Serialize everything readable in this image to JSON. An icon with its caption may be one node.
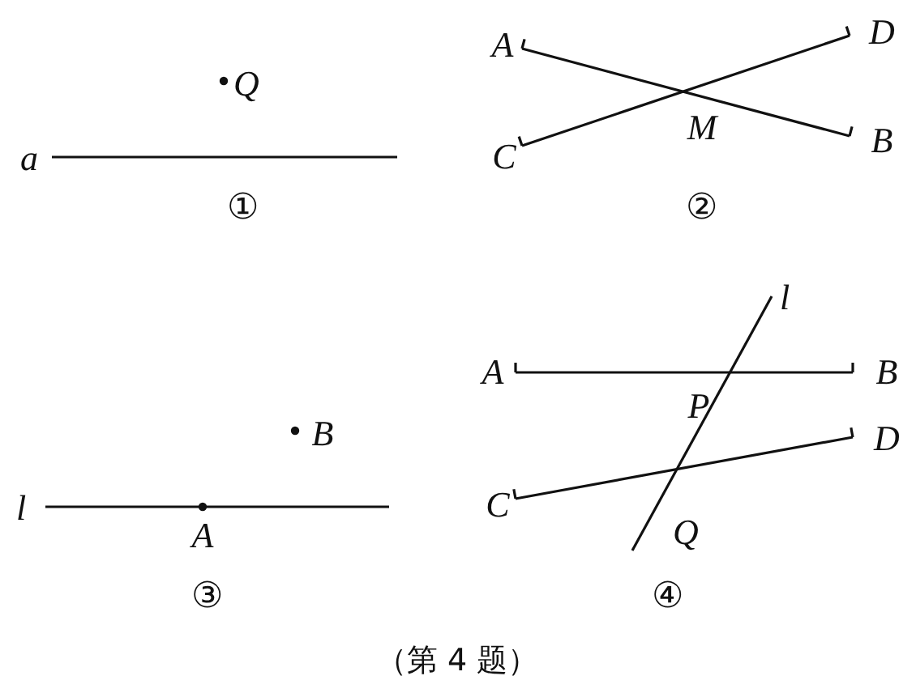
{
  "diagram": {
    "caption": "（第 4 题）",
    "labels": [
      "Q",
      "a",
      "①",
      "A",
      "D",
      "M",
      "C",
      "B",
      "②",
      "B",
      "l",
      "A",
      "③",
      "l",
      "A",
      "B",
      "P",
      "C",
      "D",
      "Q",
      "④"
    ]
  }
}
